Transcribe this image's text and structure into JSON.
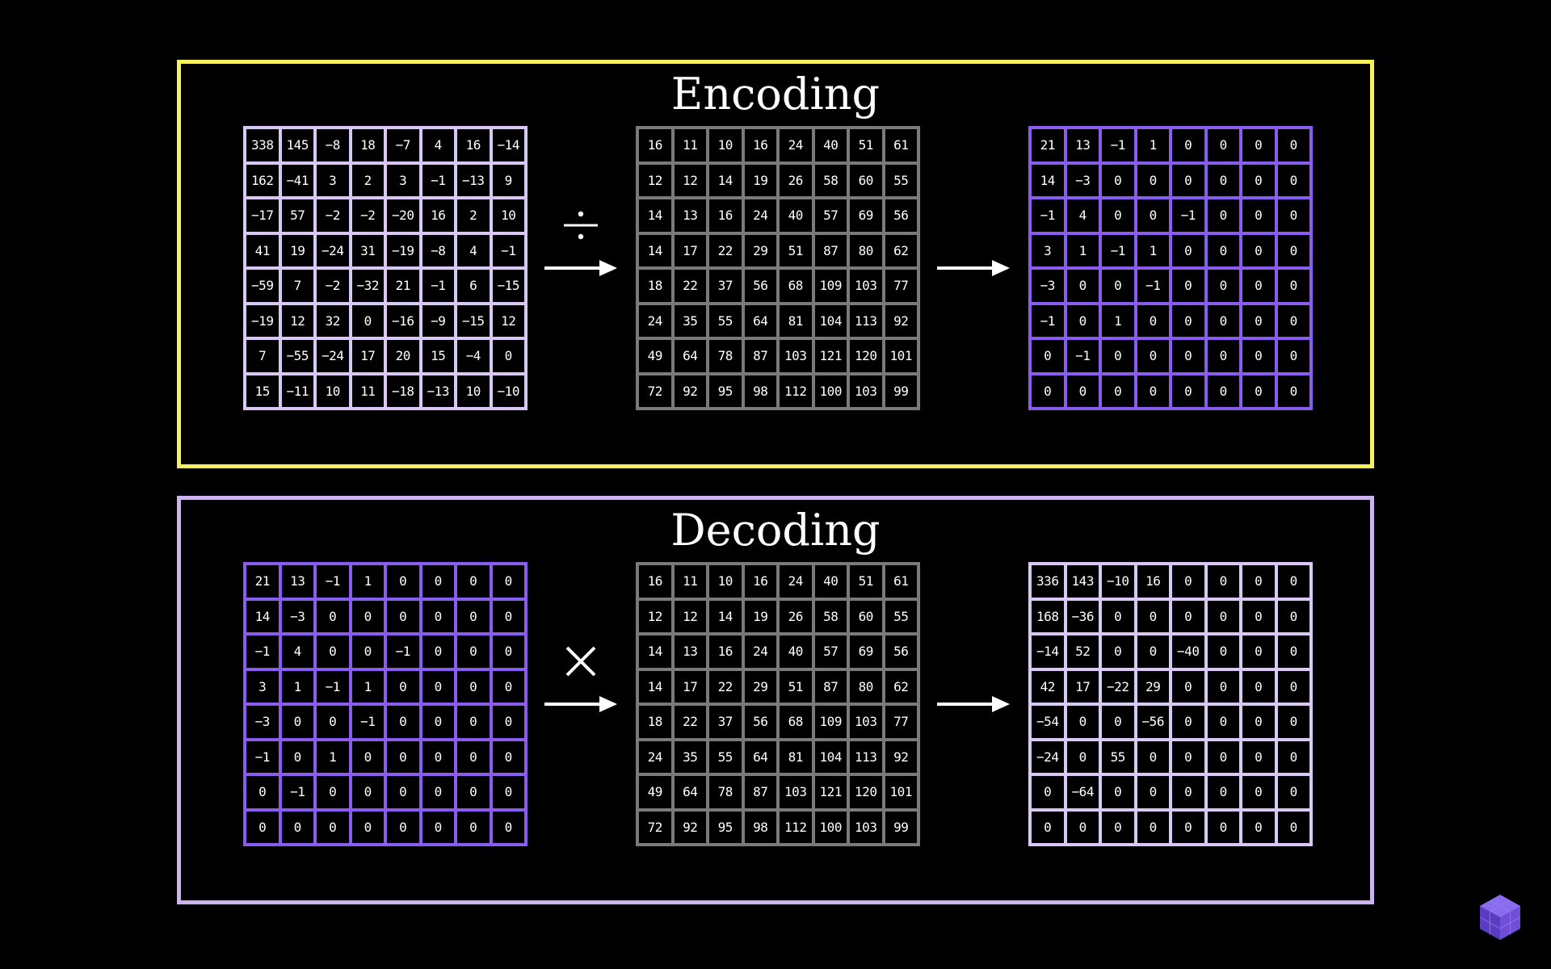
{
  "colors": {
    "encoding_border": "#f7ef5b",
    "decoding_border": "#cdb4f0",
    "light_matrix": "#d9c7f5",
    "gray_matrix": "#7a7a7a",
    "purple_matrix": "#8a5cf0",
    "arrow": "#ffffff",
    "background": "#000000"
  },
  "encoding": {
    "title": "Encoding",
    "operator_icon": "divide-icon",
    "input_matrix": [
      [
        "338",
        "145",
        "−8",
        "18",
        "−7",
        "4",
        "16",
        "−14"
      ],
      [
        "162",
        "−41",
        "3",
        "2",
        "3",
        "−1",
        "−13",
        "9"
      ],
      [
        "−17",
        "57",
        "−2",
        "−2",
        "−20",
        "16",
        "2",
        "10"
      ],
      [
        "41",
        "19",
        "−24",
        "31",
        "−19",
        "−8",
        "4",
        "−1"
      ],
      [
        "−59",
        "7",
        "−2",
        "−32",
        "21",
        "−1",
        "6",
        "−15"
      ],
      [
        "−19",
        "12",
        "32",
        "0",
        "−16",
        "−9",
        "−15",
        "12"
      ],
      [
        "7",
        "−55",
        "−24",
        "17",
        "20",
        "15",
        "−4",
        "0"
      ],
      [
        "15",
        "−11",
        "10",
        "11",
        "−18",
        "−13",
        "10",
        "−10"
      ]
    ],
    "quant_matrix": [
      [
        "16",
        "11",
        "10",
        "16",
        "24",
        "40",
        "51",
        "61"
      ],
      [
        "12",
        "12",
        "14",
        "19",
        "26",
        "58",
        "60",
        "55"
      ],
      [
        "14",
        "13",
        "16",
        "24",
        "40",
        "57",
        "69",
        "56"
      ],
      [
        "14",
        "17",
        "22",
        "29",
        "51",
        "87",
        "80",
        "62"
      ],
      [
        "18",
        "22",
        "37",
        "56",
        "68",
        "109",
        "103",
        "77"
      ],
      [
        "24",
        "35",
        "55",
        "64",
        "81",
        "104",
        "113",
        "92"
      ],
      [
        "49",
        "64",
        "78",
        "87",
        "103",
        "121",
        "120",
        "101"
      ],
      [
        "72",
        "92",
        "95",
        "98",
        "112",
        "100",
        "103",
        "99"
      ]
    ],
    "output_matrix": [
      [
        "21",
        "13",
        "−1",
        "1",
        "0",
        "0",
        "0",
        "0"
      ],
      [
        "14",
        "−3",
        "0",
        "0",
        "0",
        "0",
        "0",
        "0"
      ],
      [
        "−1",
        "4",
        "0",
        "0",
        "−1",
        "0",
        "0",
        "0"
      ],
      [
        "3",
        "1",
        "−1",
        "1",
        "0",
        "0",
        "0",
        "0"
      ],
      [
        "−3",
        "0",
        "0",
        "−1",
        "0",
        "0",
        "0",
        "0"
      ],
      [
        "−1",
        "0",
        "1",
        "0",
        "0",
        "0",
        "0",
        "0"
      ],
      [
        "0",
        "−1",
        "0",
        "0",
        "0",
        "0",
        "0",
        "0"
      ],
      [
        "0",
        "0",
        "0",
        "0",
        "0",
        "0",
        "0",
        "0"
      ]
    ]
  },
  "decoding": {
    "title": "Decoding",
    "operator_icon": "multiply-icon",
    "input_matrix": [
      [
        "21",
        "13",
        "−1",
        "1",
        "0",
        "0",
        "0",
        "0"
      ],
      [
        "14",
        "−3",
        "0",
        "0",
        "0",
        "0",
        "0",
        "0"
      ],
      [
        "−1",
        "4",
        "0",
        "0",
        "−1",
        "0",
        "0",
        "0"
      ],
      [
        "3",
        "1",
        "−1",
        "1",
        "0",
        "0",
        "0",
        "0"
      ],
      [
        "−3",
        "0",
        "0",
        "−1",
        "0",
        "0",
        "0",
        "0"
      ],
      [
        "−1",
        "0",
        "1",
        "0",
        "0",
        "0",
        "0",
        "0"
      ],
      [
        "0",
        "−1",
        "0",
        "0",
        "0",
        "0",
        "0",
        "0"
      ],
      [
        "0",
        "0",
        "0",
        "0",
        "0",
        "0",
        "0",
        "0"
      ]
    ],
    "quant_matrix": [
      [
        "16",
        "11",
        "10",
        "16",
        "24",
        "40",
        "51",
        "61"
      ],
      [
        "12",
        "12",
        "14",
        "19",
        "26",
        "58",
        "60",
        "55"
      ],
      [
        "14",
        "13",
        "16",
        "24",
        "40",
        "57",
        "69",
        "56"
      ],
      [
        "14",
        "17",
        "22",
        "29",
        "51",
        "87",
        "80",
        "62"
      ],
      [
        "18",
        "22",
        "37",
        "56",
        "68",
        "109",
        "103",
        "77"
      ],
      [
        "24",
        "35",
        "55",
        "64",
        "81",
        "104",
        "113",
        "92"
      ],
      [
        "49",
        "64",
        "78",
        "87",
        "103",
        "121",
        "120",
        "101"
      ],
      [
        "72",
        "92",
        "95",
        "98",
        "112",
        "100",
        "103",
        "99"
      ]
    ],
    "output_matrix": [
      [
        "336",
        "143",
        "−10",
        "16",
        "0",
        "0",
        "0",
        "0"
      ],
      [
        "168",
        "−36",
        "0",
        "0",
        "0",
        "0",
        "0",
        "0"
      ],
      [
        "−14",
        "52",
        "0",
        "0",
        "−40",
        "0",
        "0",
        "0"
      ],
      [
        "42",
        "17",
        "−22",
        "29",
        "0",
        "0",
        "0",
        "0"
      ],
      [
        "−54",
        "0",
        "0",
        "−56",
        "0",
        "0",
        "0",
        "0"
      ],
      [
        "−24",
        "0",
        "55",
        "0",
        "0",
        "0",
        "0",
        "0"
      ],
      [
        "0",
        "−64",
        "0",
        "0",
        "0",
        "0",
        "0",
        "0"
      ],
      [
        "0",
        "0",
        "0",
        "0",
        "0",
        "0",
        "0",
        "0"
      ]
    ]
  },
  "logo_icon": "hexagon-cube-logo-icon"
}
